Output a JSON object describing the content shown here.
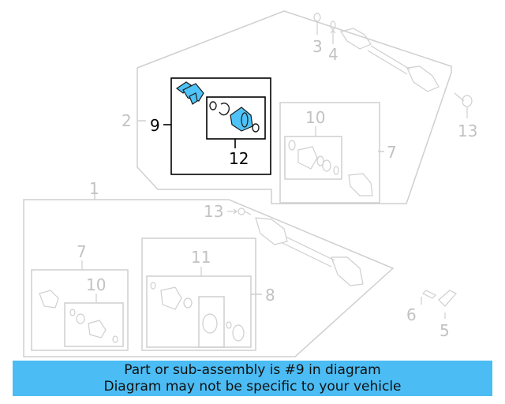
{
  "labels": {
    "l1": "1",
    "l2": "2",
    "l3": "3",
    "l4": "4",
    "l5": "5",
    "l6": "6",
    "l7a": "7",
    "l7b": "7",
    "l8": "8",
    "l9": "9",
    "l10a": "10",
    "l10b": "10",
    "l11": "11",
    "l12": "12",
    "l13a": "13",
    "l13b": "13"
  },
  "banner": {
    "line1": "Part or sub-assembly is #9 in diagram",
    "line2": "Diagram may not be specific to your vehicle"
  },
  "colors": {
    "highlight": "#4fc3f7",
    "banner": "#4bbcf4",
    "muted": "#c2c2c2"
  }
}
